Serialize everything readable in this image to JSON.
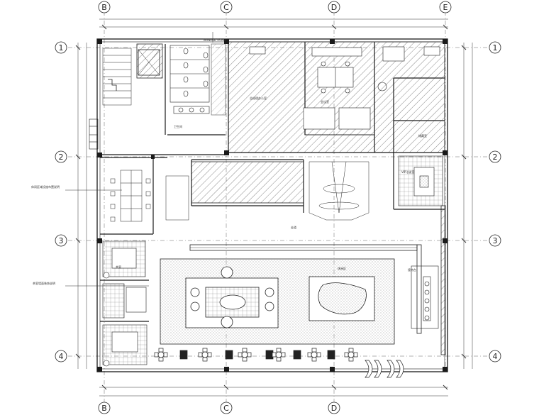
{
  "grid_labels": {
    "columns": [
      "B",
      "C",
      "D",
      "E"
    ],
    "rows": [
      "1",
      "2",
      "3",
      "4"
    ]
  },
  "annotations": {
    "left_note_upper": "休闲区域设施布置说明",
    "left_note_lower": "茶室墙面装饰说明",
    "ticket_label": "MANAGE TICKET"
  },
  "rooms": {
    "office": "总经理办公室",
    "meeting": "会议室",
    "reception": "接待台",
    "lounge": "休闲区",
    "corridor": "走道",
    "vip_room": "VIP洽谈室",
    "tea_room": "茶室",
    "storage": "储藏室",
    "restroom": "卫生间"
  },
  "colors": {
    "line": "#1a1a1a",
    "hatch": "#555555",
    "grid_line": "#666666",
    "background": "#ffffff"
  }
}
